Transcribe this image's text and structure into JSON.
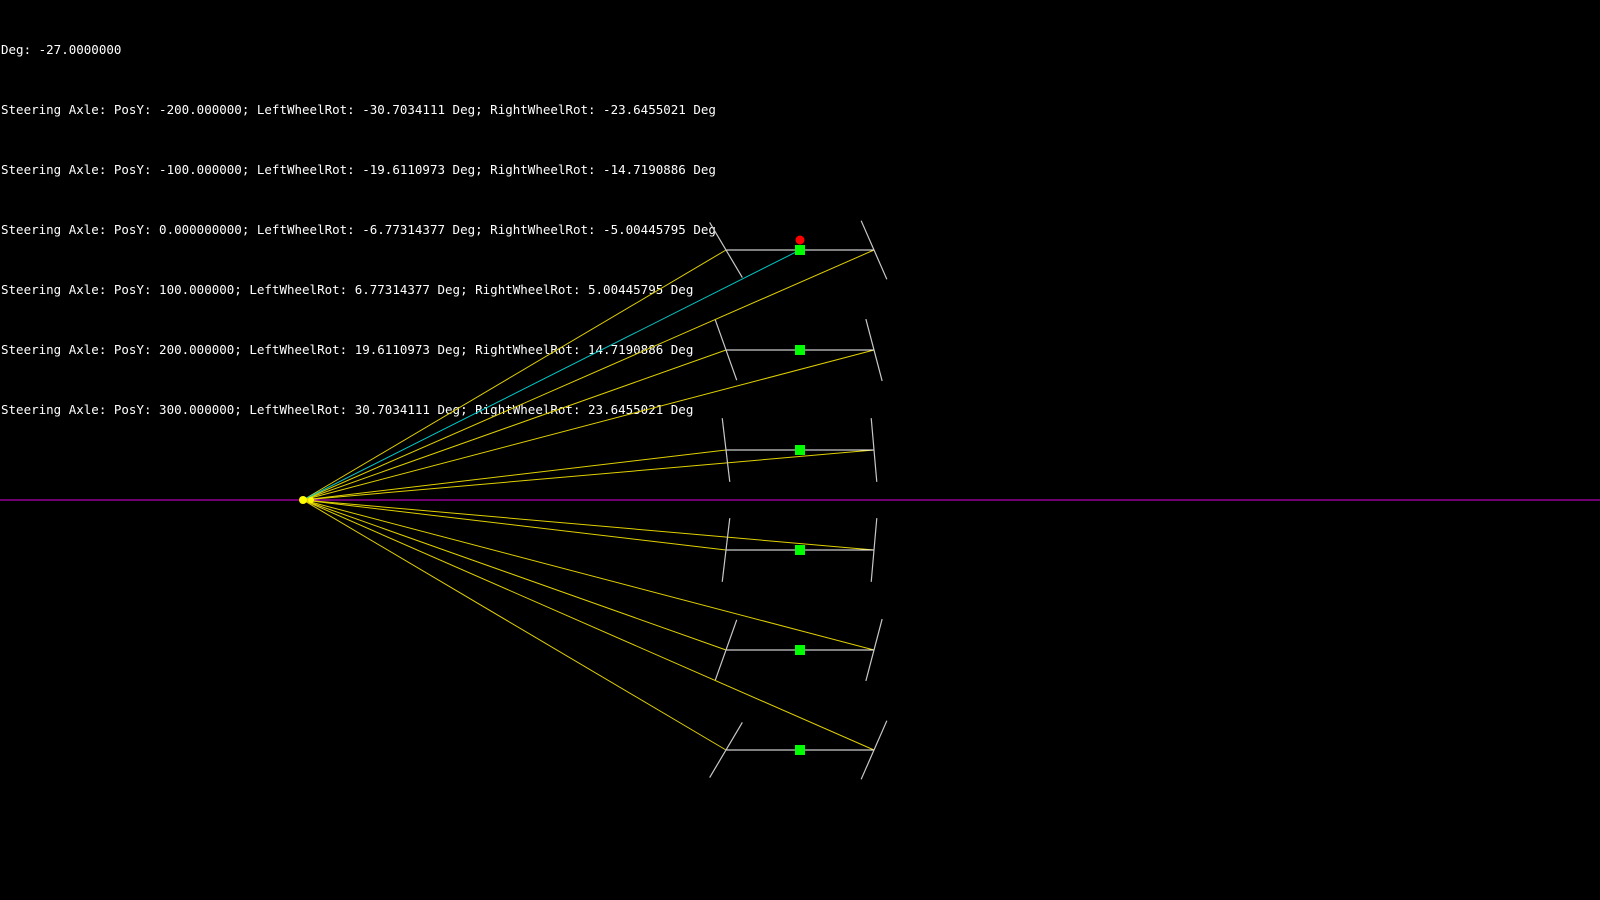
{
  "deg_line": "Deg: -27.0000000",
  "axle_lines": [
    "Steering Axle: PosY: -200.000000; LeftWheelRot: -30.7034111 Deg; RightWheelRot: -23.6455021 Deg",
    "Steering Axle: PosY: -100.000000; LeftWheelRot: -19.6110973 Deg; RightWheelRot: -14.7190886 Deg",
    "Steering Axle: PosY: 0.000000000; LeftWheelRot: -6.77314377 Deg; RightWheelRot: -5.00445795 Deg",
    "Steering Axle: PosY: 100.000000; LeftWheelRot: 6.77314377 Deg; RightWheelRot: 5.00445795 Deg",
    "Steering Axle: PosY: 200.000000; LeftWheelRot: 19.6110973 Deg; RightWheelRot: 14.7190886 Deg",
    "Steering Axle: PosY: 300.000000; LeftWheelRot: 30.7034111 Deg; RightWheelRot: 23.6455021 Deg"
  ],
  "axles": [
    {
      "posY": -200,
      "left_rot": -30.7034111,
      "right_rot": -23.6455021
    },
    {
      "posY": -100,
      "left_rot": -19.6110973,
      "right_rot": -14.7190886
    },
    {
      "posY": 0,
      "left_rot": -6.77314377,
      "right_rot": -5.00445795
    },
    {
      "posY": 100,
      "left_rot": 6.77314377,
      "right_rot": 5.00445795
    },
    {
      "posY": 200,
      "left_rot": 19.6110973,
      "right_rot": 14.7190886
    },
    {
      "posY": 300,
      "left_rot": 30.7034111,
      "right_rot": 23.6455021
    }
  ],
  "colors": {
    "background": "#000000",
    "text": "#ffffff",
    "axle": "#ffffff",
    "wheel": "#c8c8c8",
    "ray": "#e0d000",
    "selected_ray": "#00c8c8",
    "center_marker": "#00ff00",
    "selected_marker": "#ff0000",
    "pivot": "#ffff00",
    "horizon": "#e000e0"
  }
}
